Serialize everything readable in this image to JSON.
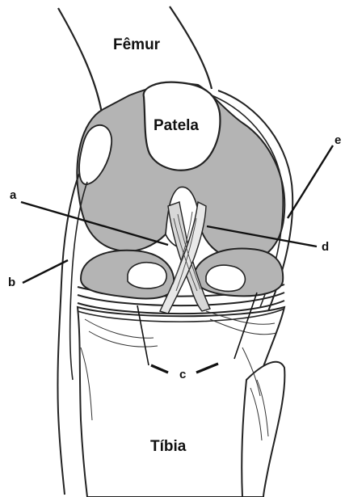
{
  "labels": {
    "femur": "Fêmur",
    "patela": "Patela",
    "tibia": "Tíbia",
    "a": "a",
    "b": "b",
    "c": "c",
    "d": "d",
    "e": "e"
  },
  "colors": {
    "cartilage_gray": "#b4b4b4",
    "bone_white": "#ffffff",
    "outline": "#222222",
    "background": "#ffffff"
  }
}
